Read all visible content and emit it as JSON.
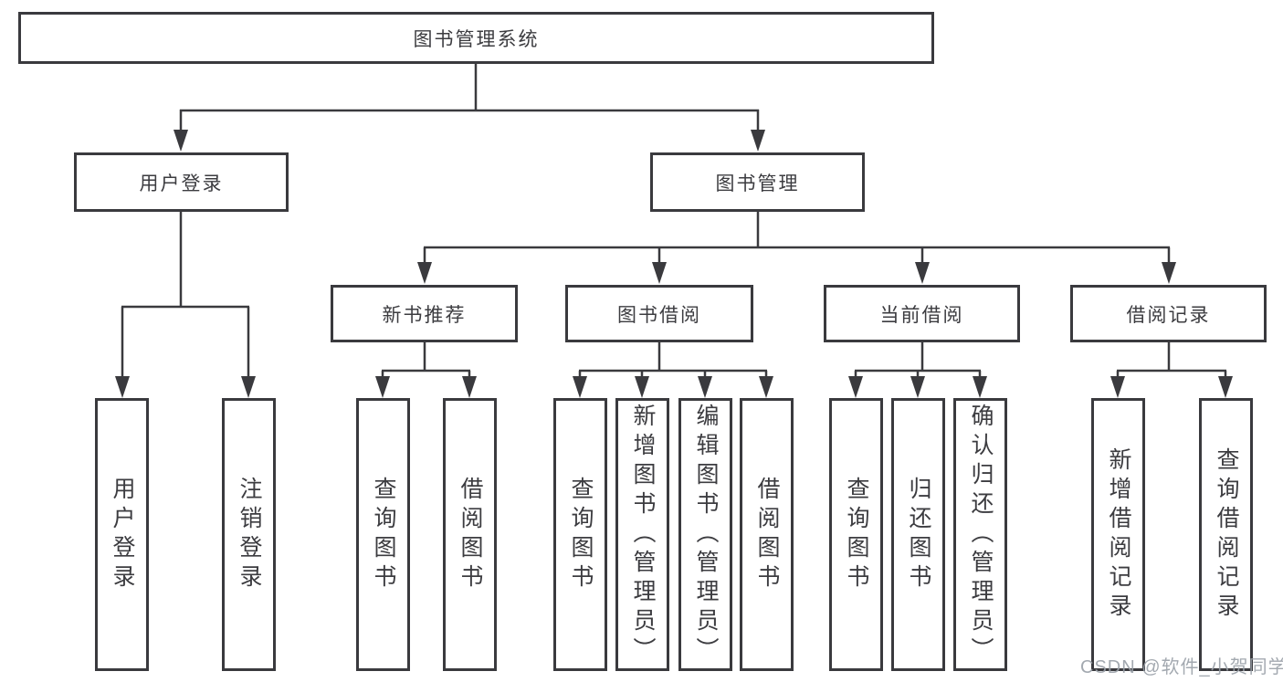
{
  "tree": {
    "label": "图书管理系统",
    "children": [
      {
        "label": "用户登录",
        "children": [
          {
            "label": "用户登录"
          },
          {
            "label": "注销登录"
          }
        ]
      },
      {
        "label": "图书管理",
        "children": [
          {
            "label": "新书推荐",
            "children": [
              {
                "label": "查询图书"
              },
              {
                "label": "借阅图书"
              }
            ]
          },
          {
            "label": "图书借阅",
            "children": [
              {
                "label": "查询图书"
              },
              {
                "label": "新增图书（管理员）"
              },
              {
                "label": "编辑图书（管理员）"
              },
              {
                "label": "借阅图书"
              }
            ]
          },
          {
            "label": "当前借阅",
            "children": [
              {
                "label": "查询图书"
              },
              {
                "label": "归还图书"
              },
              {
                "label": "确认归还（管理员）"
              }
            ]
          },
          {
            "label": "借阅记录",
            "children": [
              {
                "label": "新增借阅记录"
              },
              {
                "label": "查询借阅记录"
              }
            ]
          }
        ]
      }
    ]
  },
  "watermark": "CSDN @软件_小贺同学",
  "colors": {
    "line": "#3a3a3e",
    "box_border": "#3a3a3e",
    "text": "#3c3c40",
    "watermark": "#9aa0a8",
    "background": "#ffffff"
  }
}
